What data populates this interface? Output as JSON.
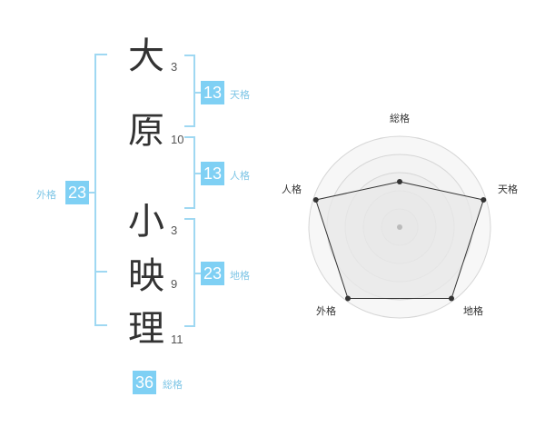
{
  "name_chars": [
    {
      "char": "大",
      "strokes": "3"
    },
    {
      "char": "原",
      "strokes": "10"
    },
    {
      "char": "小",
      "strokes": "3"
    },
    {
      "char": "映",
      "strokes": "9"
    },
    {
      "char": "理",
      "strokes": "11"
    }
  ],
  "kaku": {
    "tenkaku": {
      "value": "13",
      "label": "天格"
    },
    "jinkaku": {
      "value": "13",
      "label": "人格"
    },
    "chikaku": {
      "value": "23",
      "label": "地格"
    },
    "gaikaku": {
      "value": "23",
      "label": "外格"
    },
    "soukaku": {
      "value": "36",
      "label": "総格"
    }
  },
  "colors": {
    "accent": "#7fd0f4",
    "bracket": "#9fd8f2",
    "label": "#7fc6e6",
    "radar_fill": "#e8e8e8"
  },
  "chart_data": {
    "type": "radar",
    "axes": [
      "総格",
      "天格",
      "地格",
      "外格",
      "人格"
    ],
    "values": [
      0.5,
      0.97,
      0.97,
      0.97,
      0.97
    ],
    "rings": 5,
    "range": [
      0,
      1
    ]
  }
}
